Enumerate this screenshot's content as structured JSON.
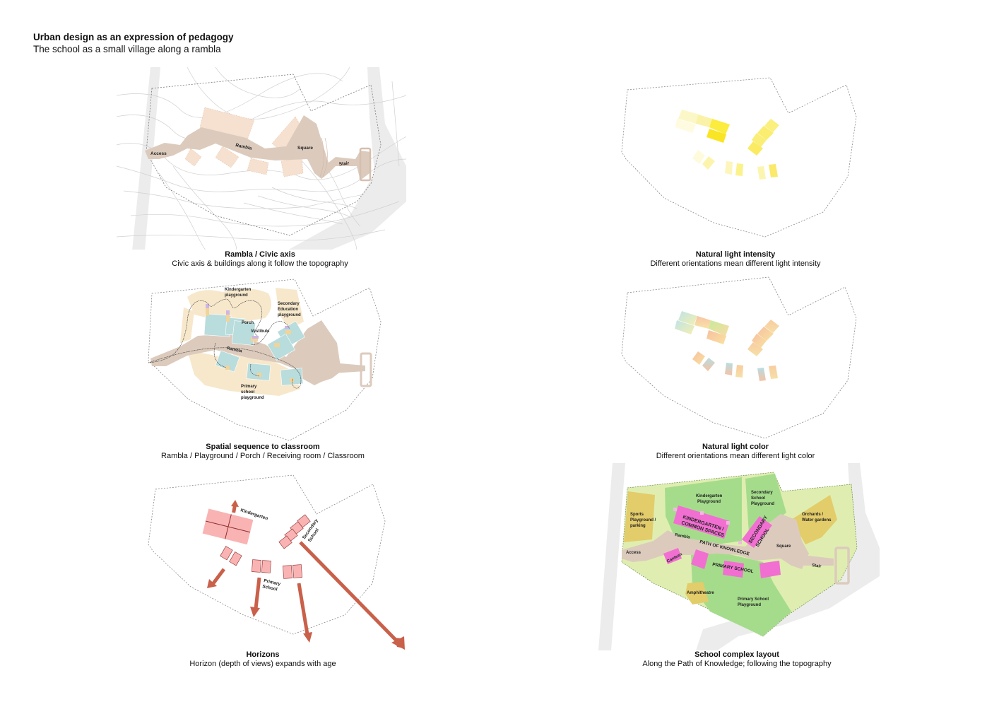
{
  "header": {
    "title": "Urban design as an expression of pedagogy",
    "subtitle": "The school as a small village along a rambla"
  },
  "panels": [
    {
      "id": "rambla",
      "title": "Rambla / Civic axis",
      "subtitle": "Civic axis & buildings along it follow the topography",
      "labels": {
        "access": "Access",
        "rambla": "Rambla",
        "square": "Square",
        "stair": "Stair"
      }
    },
    {
      "id": "light-intensity",
      "title": "Natural light intensity",
      "subtitle": "Different orientations mean different light intensity"
    },
    {
      "id": "spatial-sequence",
      "title": "Spatial sequence to classroom",
      "subtitle": "Rambla / Playground / Porch / Receiving room / Classroom",
      "labels": {
        "kindergarten_playground_1": "Kindergarten",
        "kindergarten_playground_2": "playground",
        "secondary_1": "Secondary",
        "secondary_2": "Education",
        "secondary_3": "playground",
        "porch": "Porch",
        "vestibule": "Vestibule",
        "rambla": "Rambla",
        "primary_1": "Primary",
        "primary_2": "school",
        "primary_3": "playground"
      }
    },
    {
      "id": "light-color",
      "title": "Natural light color",
      "subtitle": "Different orientations mean different light color"
    },
    {
      "id": "horizons",
      "title": "Horizons",
      "subtitle": "Horizon (depth of views) expands with age",
      "labels": {
        "kindergarten": "Kindergarten",
        "secondary_1": "Secondary",
        "secondary_2": "School",
        "primary_1": "Primary",
        "primary_2": "School"
      }
    },
    {
      "id": "layout",
      "title": "School complex layout",
      "subtitle": "Along the Path of Knowledge; following the topography",
      "labels": {
        "kindergarten_playground_1": "Kindergarten",
        "kindergarten_playground_2": "Playground",
        "secondary_playground_1": "Secondary",
        "secondary_playground_2": "School",
        "secondary_playground_3": "Playground",
        "sports_1": "Sports",
        "sports_2": "Playground /",
        "sports_3": "parking",
        "orchards_1": "Orchards /",
        "orchards_2": "Water gardens",
        "kinder_common_1": "KINDERGARTEN /",
        "kinder_common_2": "COMMON SPACES",
        "secondary_school_1": "SECONDARY",
        "secondary_school_2": "SCHOOL",
        "rambla": "Rambla",
        "path": "PATH OF KNOWLEDGE",
        "access": "Access",
        "canteen": "Canteen",
        "primary_school": "PRIMARY SCHOOL",
        "square": "Square",
        "stair": "Stair",
        "amphitheatre": "Amphitheatre",
        "primary_playground_1": "Primary School",
        "primary_playground_2": "Playground"
      }
    }
  ],
  "colors": {
    "rambla_path": "#dccbbd",
    "buildings_beige": "#f6e0cf",
    "classroom_teal": "#b9dcdc",
    "playground_cream": "#f7e8cc",
    "horizon_pink": "#f9b3b3",
    "horizon_arrow": "#c9604a",
    "layout_light_green": "#dfeeb0",
    "layout_green": "#a5dc8c",
    "layout_ochre": "#e3cc6a",
    "layout_magenta": "#f26fd2",
    "layout_path": "#dccbbd"
  }
}
